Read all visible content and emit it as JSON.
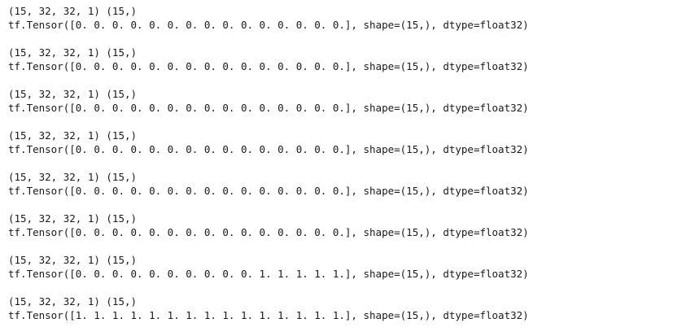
{
  "output_blocks": [
    {
      "shape_line": "(15, 32, 32, 1) (15,)",
      "tensor_line": "tf.Tensor([0. 0. 0. 0. 0. 0. 0. 0. 0. 0. 0. 0. 0. 0. 0.], shape=(15,), dtype=float32)"
    },
    {
      "shape_line": "(15, 32, 32, 1) (15,)",
      "tensor_line": "tf.Tensor([0. 0. 0. 0. 0. 0. 0. 0. 0. 0. 0. 0. 0. 0. 0.], shape=(15,), dtype=float32)"
    },
    {
      "shape_line": "(15, 32, 32, 1) (15,)",
      "tensor_line": "tf.Tensor([0. 0. 0. 0. 0. 0. 0. 0. 0. 0. 0. 0. 0. 0. 0.], shape=(15,), dtype=float32)"
    },
    {
      "shape_line": "(15, 32, 32, 1) (15,)",
      "tensor_line": "tf.Tensor([0. 0. 0. 0. 0. 0. 0. 0. 0. 0. 0. 0. 0. 0. 0.], shape=(15,), dtype=float32)"
    },
    {
      "shape_line": "(15, 32, 32, 1) (15,)",
      "tensor_line": "tf.Tensor([0. 0. 0. 0. 0. 0. 0. 0. 0. 0. 0. 0. 0. 0. 0.], shape=(15,), dtype=float32)"
    },
    {
      "shape_line": "(15, 32, 32, 1) (15,)",
      "tensor_line": "tf.Tensor([0. 0. 0. 0. 0. 0. 0. 0. 0. 0. 0. 0. 0. 0. 0.], shape=(15,), dtype=float32)"
    },
    {
      "shape_line": "(15, 32, 32, 1) (15,)",
      "tensor_line": "tf.Tensor([0. 0. 0. 0. 0. 0. 0. 0. 0. 0. 1. 1. 1. 1. 1.], shape=(15,), dtype=float32)"
    },
    {
      "shape_line": "(15, 32, 32, 1) (15,)",
      "tensor_line": "tf.Tensor([1. 1. 1. 1. 1. 1. 1. 1. 1. 1. 1. 1. 1. 1. 1.], shape=(15,), dtype=float32)"
    }
  ]
}
